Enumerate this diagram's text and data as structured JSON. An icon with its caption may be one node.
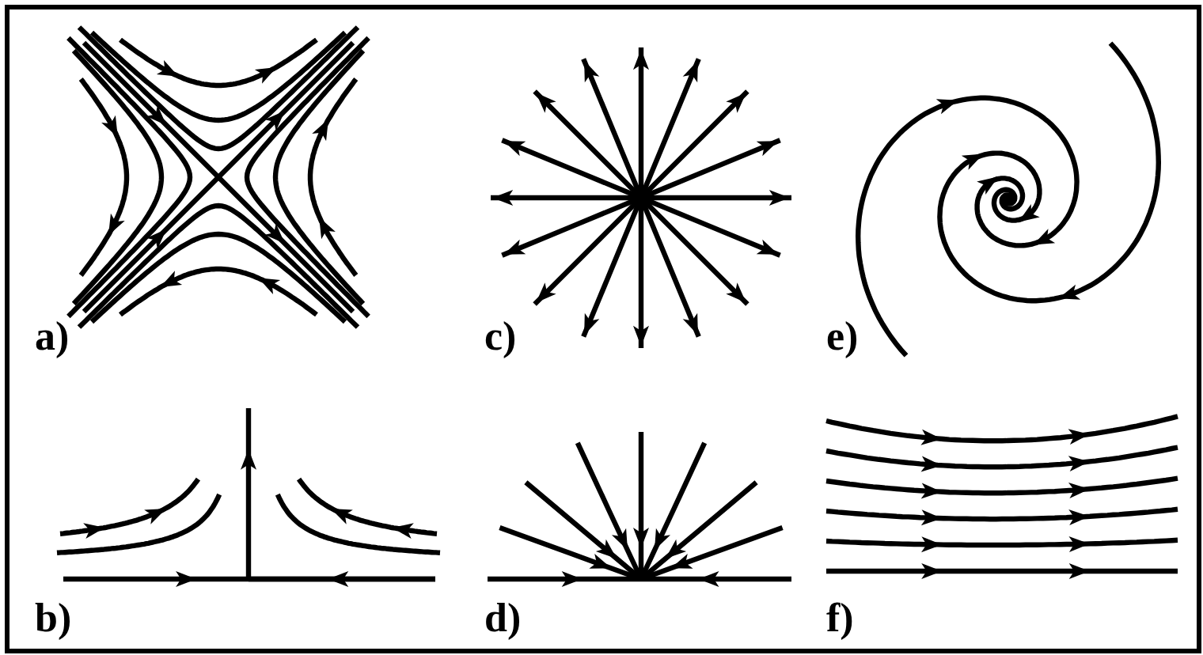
{
  "diagram": {
    "labels": [
      "a)",
      "c)",
      "e)",
      "b)",
      "d)",
      "f)"
    ]
  }
}
